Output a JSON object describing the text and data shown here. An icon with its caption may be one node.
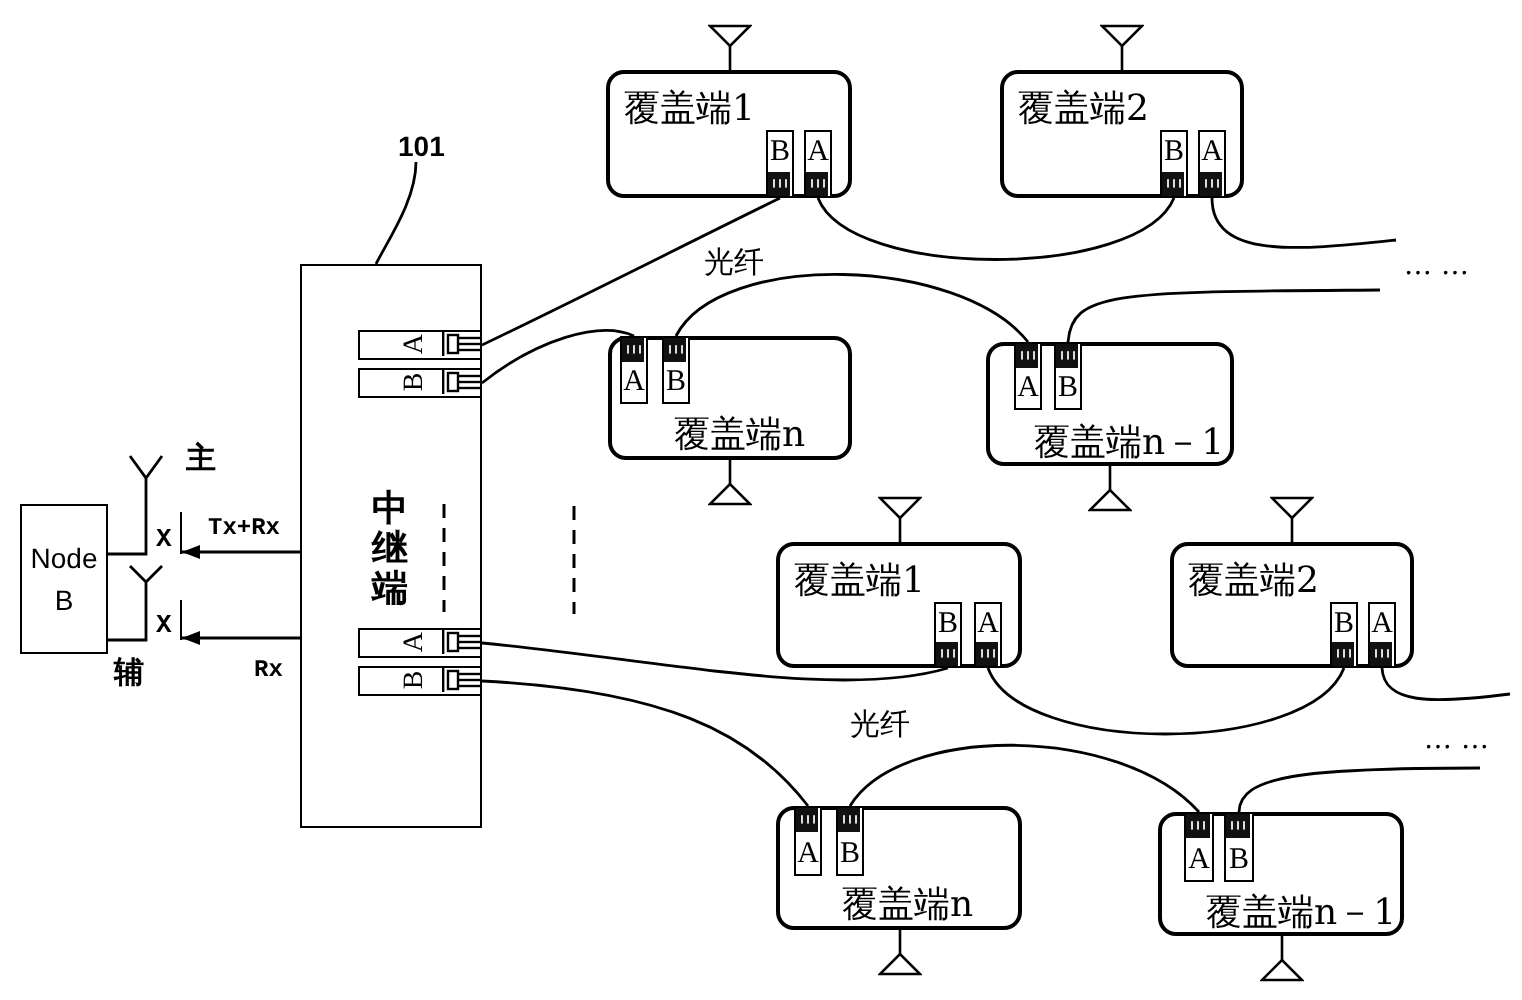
{
  "diagram": {
    "nodes": [
      {
        "text": [
          "Node B"
        ]
      },
      {
        "text": [],
        "shape": "antenna",
        "beside": [
          "主"
        ]
      },
      {
        "text": [],
        "shape": "antenna"
      },
      {
        "text": [
          "X"
        ]
      },
      {
        "text": [
          "X"
        ]
      },
      {
        "text": [
          "101"
        ]
      },
      {
        "text": [
          "中继端"
        ]
      },
      {
        "text": [
          "A"
        ],
        "in": 6
      },
      {
        "text": [
          "B"
        ],
        "in": 6
      },
      {
        "text": [
          "A"
        ],
        "in": 6
      },
      {
        "text": [
          "B"
        ],
        "in": 6
      },
      {
        "text": [
          "覆盖端1"
        ]
      },
      {
        "text": [
          "B"
        ],
        "in": 11
      },
      {
        "text": [
          "A"
        ],
        "in": 11
      },
      {
        "text": [
          "覆盖端2"
        ]
      },
      {
        "text": [
          "B"
        ],
        "in": 14
      },
      {
        "text": [
          "A"
        ],
        "in": 14
      },
      {
        "text": [
          "覆盖端n"
        ]
      },
      {
        "text": [
          "A"
        ],
        "in": 17
      },
      {
        "text": [
          "B"
        ],
        "in": 17
      },
      {
        "text": [
          "覆盖端n－1"
        ]
      },
      {
        "text": [
          "A"
        ],
        "in": 20
      },
      {
        "text": [
          "B"
        ],
        "in": 20
      },
      {
        "text": [
          "覆盖端1"
        ]
      },
      {
        "text": [
          "B"
        ],
        "in": 23
      },
      {
        "text": [
          "A"
        ],
        "in": 23
      },
      {
        "text": [
          "覆盖端2"
        ]
      },
      {
        "text": [
          "B"
        ],
        "in": 26
      },
      {
        "text": [
          "A"
        ],
        "in": 26
      },
      {
        "text": [
          "覆盖端n"
        ]
      },
      {
        "text": [
          "A"
        ],
        "in": 29
      },
      {
        "text": [
          "B"
        ],
        "in": 29
      },
      {
        "text": [
          "覆盖端n－1"
        ]
      },
      {
        "text": [
          "A"
        ],
        "in": 32
      },
      {
        "text": [
          "B"
        ],
        "in": 32
      }
    ],
    "edges": [
      {
        "from": 0,
        "to": 1,
        "arrow": "none"
      },
      {
        "from": 0,
        "to": 2,
        "arrow": "none"
      },
      {
        "from": 6,
        "to": 3,
        "arrow": "to",
        "label": "Tx+Rx"
      },
      {
        "from": 6,
        "to": 4,
        "arrow": "to",
        "label": "Rx"
      },
      {
        "from": 5,
        "to": 6,
        "arrow": "none"
      },
      {
        "from": 7,
        "to": 12,
        "arrow": "none",
        "label": "光纤"
      },
      {
        "from": 8,
        "to": 18,
        "arrow": "none"
      },
      {
        "from": 13,
        "to": 15,
        "arrow": "none"
      },
      {
        "from": 16,
        "to": null,
        "arrow": "none"
      },
      {
        "from": 19,
        "to": 21,
        "arrow": "none"
      },
      {
        "from": 22,
        "to": null,
        "arrow": "none"
      },
      {
        "from": 9,
        "to": 24,
        "arrow": "none",
        "label": "光纤"
      },
      {
        "from": 10,
        "to": 30,
        "arrow": "none"
      },
      {
        "from": 25,
        "to": 27,
        "arrow": "none"
      },
      {
        "from": 28,
        "to": null,
        "arrow": "none"
      },
      {
        "from": 31,
        "to": 33,
        "arrow": "none"
      },
      {
        "from": 34,
        "to": null,
        "arrow": "none"
      }
    ],
    "labels": [
      "… …",
      "辅",
      "… …"
    ]
  }
}
